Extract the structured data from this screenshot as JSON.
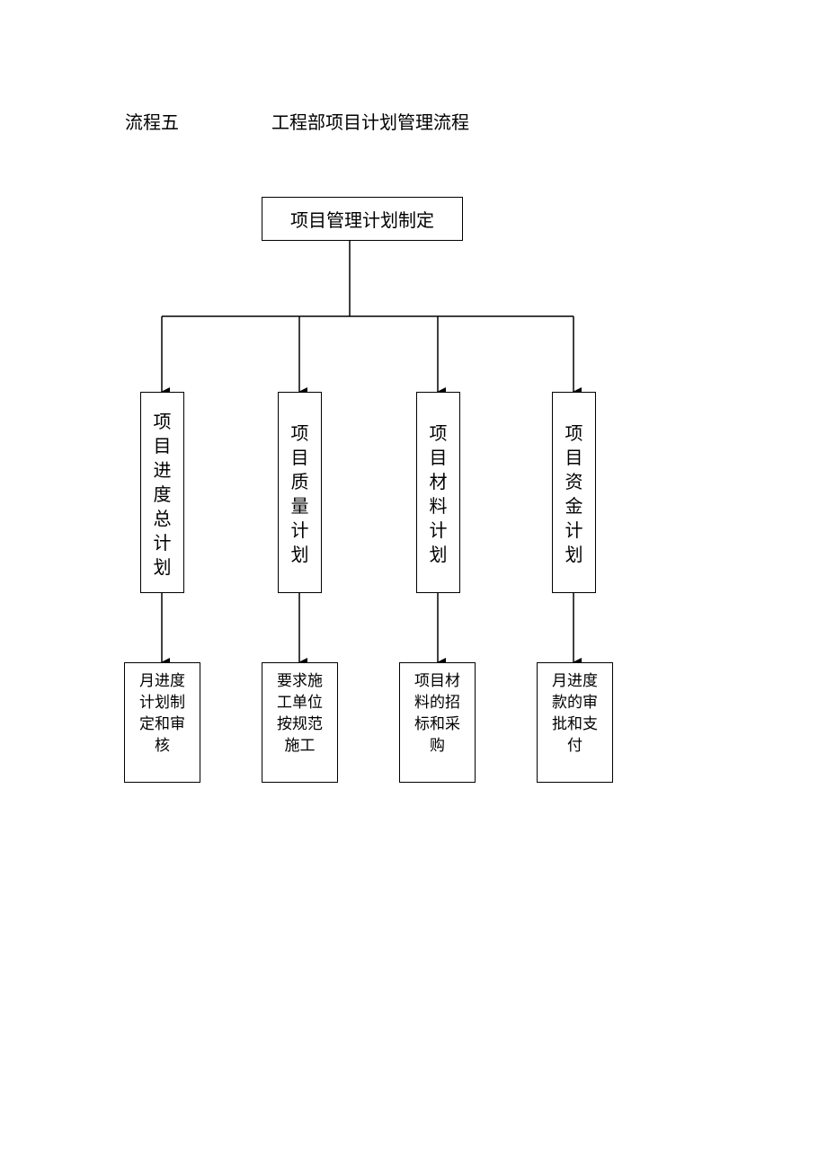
{
  "heading": {
    "left": "流程五",
    "right": "工程部项目计划管理流程"
  },
  "root": {
    "label": "项目管理计划制定"
  },
  "plans": [
    {
      "label": "项目进度总计划"
    },
    {
      "label": "项目质量计划"
    },
    {
      "label": "项目材料计划"
    },
    {
      "label": "项目资金计划"
    }
  ],
  "tasks": [
    {
      "label": "月进度计划制定和审核"
    },
    {
      "label": "要求施工单位按规范施工"
    },
    {
      "label": "项目材料的招标和采购"
    },
    {
      "label": "月进度款的审批和支付"
    }
  ],
  "colors": {
    "line": "#000000",
    "background": "#ffffff"
  }
}
